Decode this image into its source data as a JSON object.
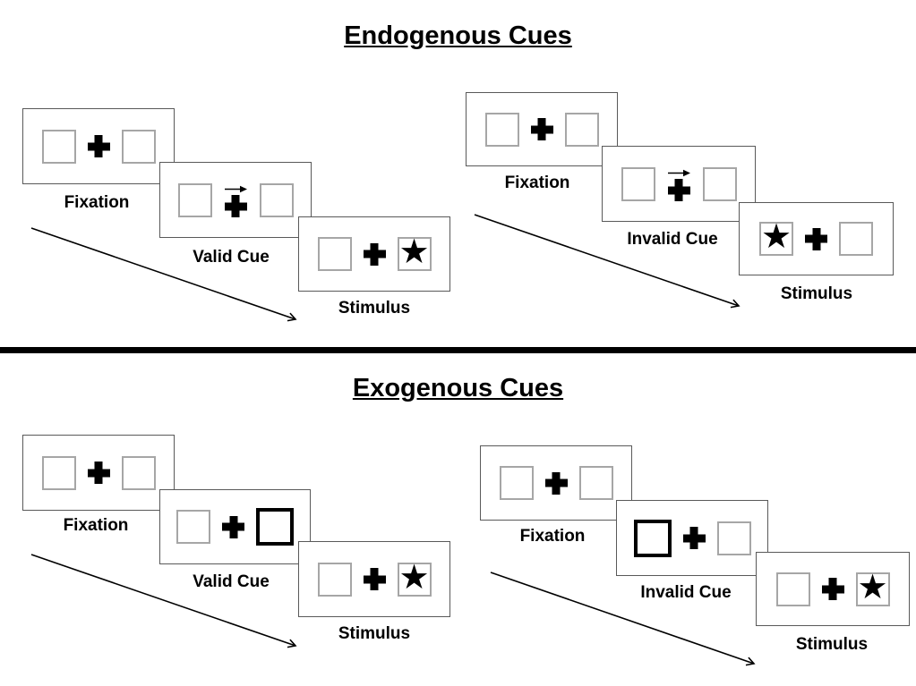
{
  "colors": {
    "background": "#ffffff",
    "panel_border": "#595959",
    "square_border": "#a6a6a6",
    "cue_square_border": "#000000",
    "symbol_color": "#000000",
    "divider_color": "#000000",
    "text_color": "#000000"
  },
  "symbols": {
    "star": "★",
    "fixation_cross": "+",
    "cue_arrow_direction": "right"
  },
  "sections": [
    {
      "title": "Endogenous Cues",
      "trials": [
        {
          "name": "valid",
          "frames": [
            {
              "label": "Fixation",
              "left": "empty",
              "right": "empty",
              "cue_arrow": false
            },
            {
              "label": "Valid Cue",
              "left": "empty",
              "right": "empty",
              "cue_arrow": true
            },
            {
              "label": "Stimulus",
              "left": "empty",
              "right": "star",
              "cue_arrow": false
            }
          ]
        },
        {
          "name": "invalid",
          "frames": [
            {
              "label": "Fixation",
              "left": "empty",
              "right": "empty",
              "cue_arrow": false
            },
            {
              "label": "Invalid Cue",
              "left": "empty",
              "right": "empty",
              "cue_arrow": true
            },
            {
              "label": "Stimulus",
              "left": "star",
              "right": "empty",
              "cue_arrow": false
            }
          ]
        }
      ]
    },
    {
      "title": "Exogenous Cues",
      "trials": [
        {
          "name": "valid",
          "frames": [
            {
              "label": "Fixation",
              "left": "empty",
              "right": "empty",
              "cue_arrow": false
            },
            {
              "label": "Valid Cue",
              "left": "empty",
              "right": "bold",
              "cue_arrow": false
            },
            {
              "label": "Stimulus",
              "left": "empty",
              "right": "star",
              "cue_arrow": false
            }
          ]
        },
        {
          "name": "invalid",
          "frames": [
            {
              "label": "Fixation",
              "left": "empty",
              "right": "empty",
              "cue_arrow": false
            },
            {
              "label": "Invalid Cue",
              "left": "bold",
              "right": "empty",
              "cue_arrow": false
            },
            {
              "label": "Stimulus",
              "left": "empty",
              "right": "star",
              "cue_arrow": false
            }
          ]
        }
      ]
    }
  ]
}
